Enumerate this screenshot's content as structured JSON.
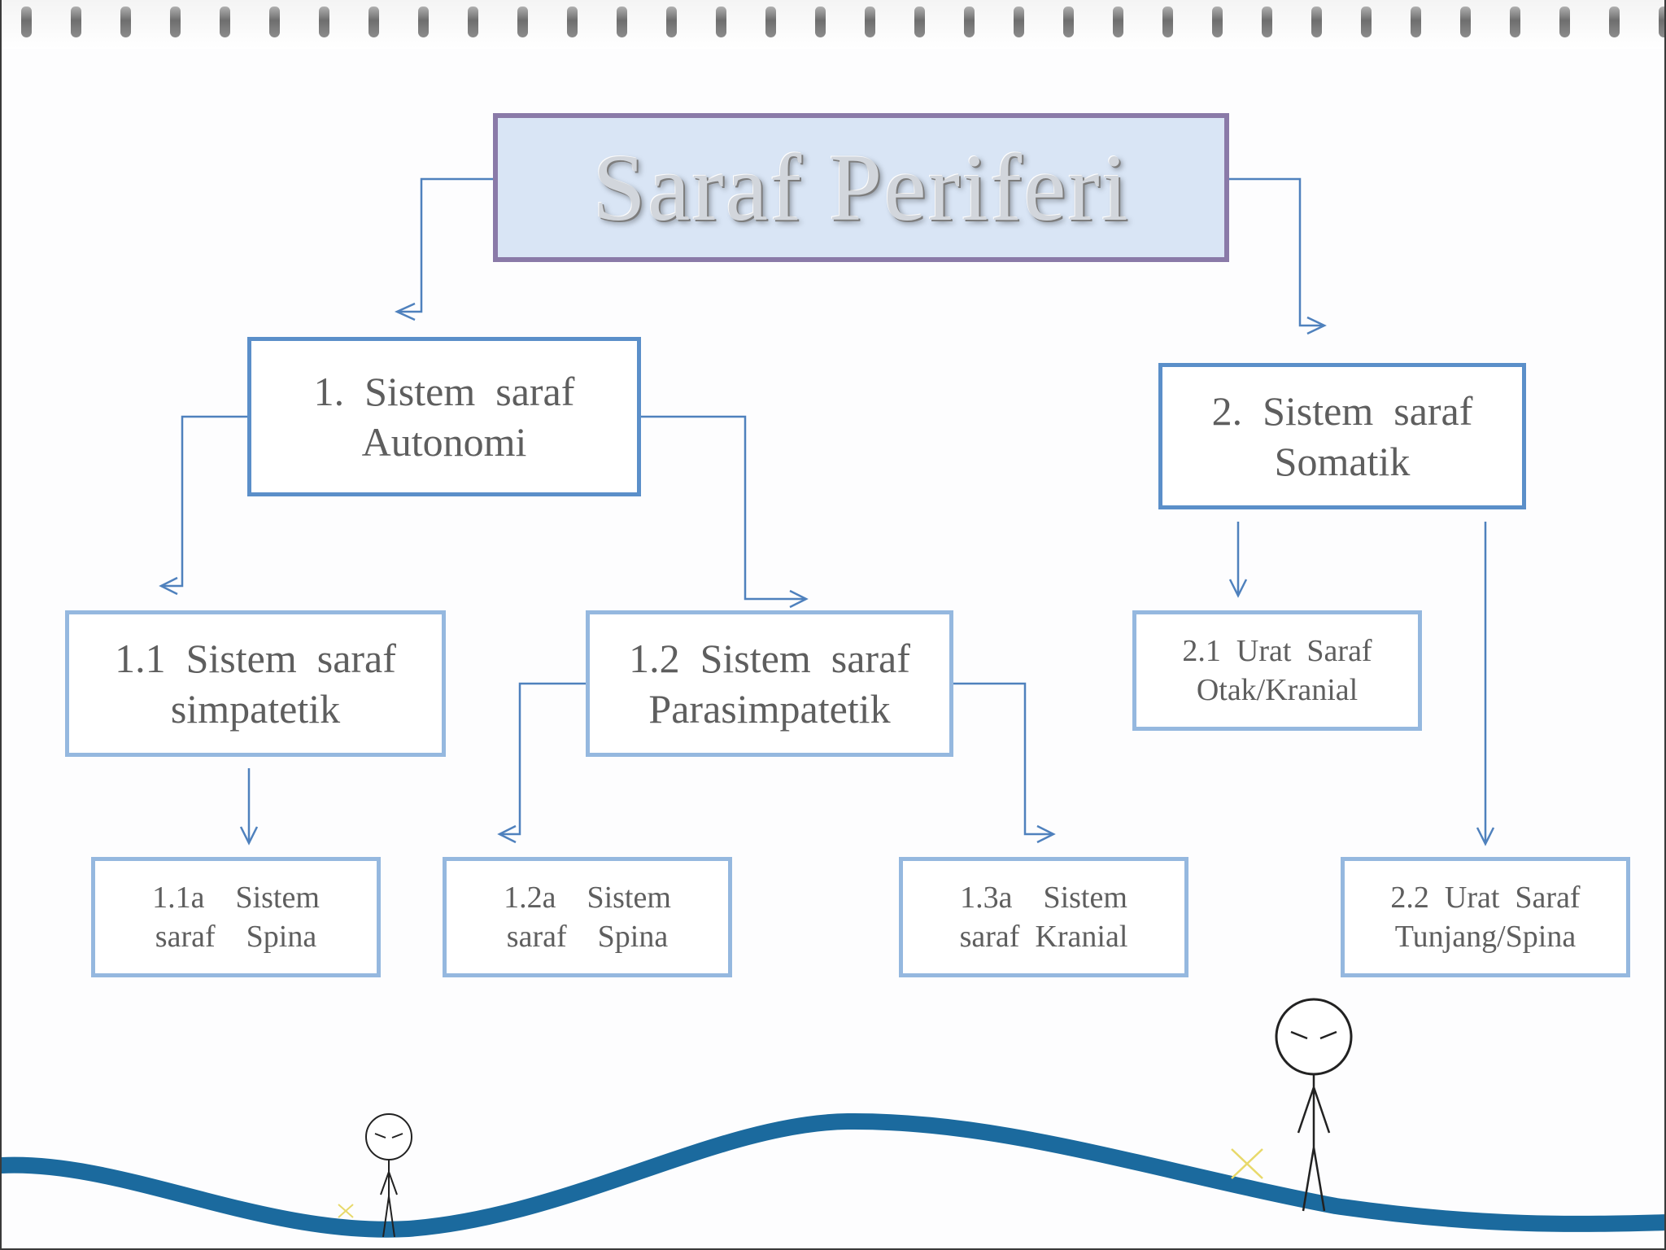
{
  "title": "Saraf Periferi",
  "nodes": {
    "autonomi": {
      "line1": "1.  Sistem  saraf",
      "line2": "Autonomi"
    },
    "somatik": {
      "line1": "2.  Sistem  saraf",
      "line2": "Somatik"
    },
    "simpatetik": {
      "line1": "1.1  Sistem  saraf",
      "line2": "simpatetik"
    },
    "parasimpatetik": {
      "line1": "1.2  Sistem  saraf",
      "line2": "Parasimpatetik"
    },
    "urat_otak": {
      "line1": "2.1  Urat  Saraf",
      "line2": "Otak/Kranial"
    },
    "spina_1_1a": {
      "line1": "1.1a    Sistem",
      "line2": "saraf    Spina"
    },
    "spina_1_2a": {
      "line1": "1.2a    Sistem",
      "line2": "saraf    Spina"
    },
    "kranial_1_3a": {
      "line1": "1.3a    Sistem",
      "line2": "saraf  Kranial"
    },
    "urat_tunjang": {
      "line1": "2.2  Urat  Saraf",
      "line2": "Tunjang/Spina"
    }
  },
  "colors": {
    "connector": "#4f81bd",
    "title_border": "#8a7aa8",
    "title_fill": "#d9e5f5",
    "ground_wave": "#1b6a9e"
  }
}
